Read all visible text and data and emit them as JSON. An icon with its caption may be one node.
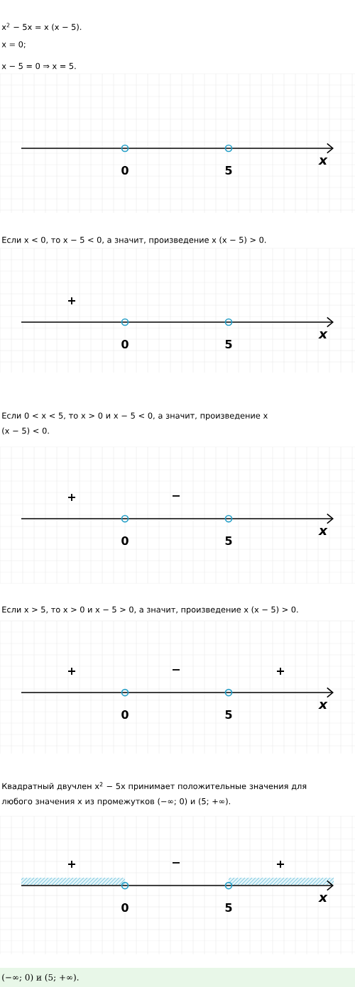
{
  "diagram": {
    "labels": [
      "x$^{2}$ − 5x = x (x − 5).",
      "x = 0;",
      "x − 5 = 0 ⇒ x = 5.",
      "0",
      "5",
      "x",
      "Если x < 0, то x − 5 < 0, а значит, произведение x (x − 5) > 0.",
      "+",
      "0",
      "5",
      "x",
      "Если 0 < x < 5, то x > 0 и x − 5 < 0, а значит, произведение x (x − 5) < 0.",
      "+",
      "−",
      "0",
      "5",
      "x",
      "Если x > 5, то x > 0 и x − 5 > 0, а значит, произведение x (x − 5) > 0.",
      "+",
      "−",
      "+",
      "0",
      "5",
      "x",
      "Квадратный двучлен x$^{2}$ − 5x принимает положительные значения для любого значения x из промежутков (−∞; 0) и (5; +∞).",
      "+",
      "−",
      "+",
      "0",
      "5",
      "x",
      "(−∞; 0) и (5; +∞)."
    ]
  }
}
